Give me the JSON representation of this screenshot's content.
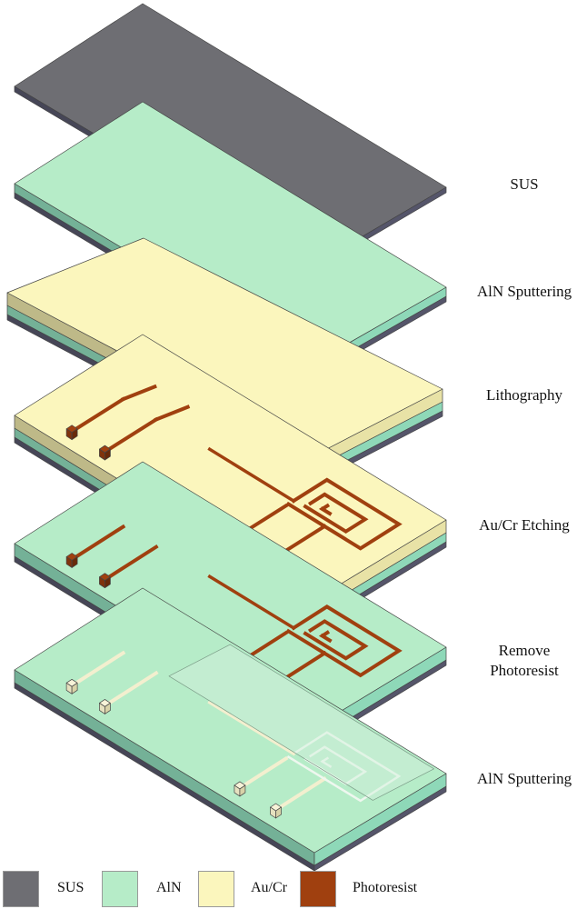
{
  "steps": [
    {
      "label": "SUS",
      "layers": [
        "SUS"
      ],
      "pattern": "none"
    },
    {
      "label": "AlN Sputtering",
      "layers": [
        "SUS",
        "AlN"
      ],
      "pattern": "none"
    },
    {
      "label": "Lithography",
      "layers": [
        "SUS",
        "AlN",
        "Au/Cr"
      ],
      "pattern": "none"
    },
    {
      "label": "Au/Cr Etching",
      "layers": [
        "SUS",
        "AlN",
        "Au/Cr"
      ],
      "pattern": "Photoresist"
    },
    {
      "label": "Remove\nPhotoresist",
      "layers": [
        "SUS",
        "AlN"
      ],
      "pattern": "Au/Cr + Photoresist"
    },
    {
      "label": "AlN Sputtering",
      "layers": [
        "SUS",
        "AlN"
      ],
      "pattern": "Au/Cr + AlN cover"
    }
  ],
  "legend": [
    {
      "name": "SUS",
      "color": "#6e6e73"
    },
    {
      "name": "AlN",
      "color": "#b6ecc8"
    },
    {
      "name": "Au/Cr",
      "color": "#fbf6bd"
    },
    {
      "name": "Photoresist",
      "color": "#a0400f"
    }
  ],
  "colors": {
    "sus_side": "#55556a",
    "aln_side": "#8ed8b8",
    "aucr_side": "#e8e2a6",
    "resist_dark": "#7a2e08"
  }
}
